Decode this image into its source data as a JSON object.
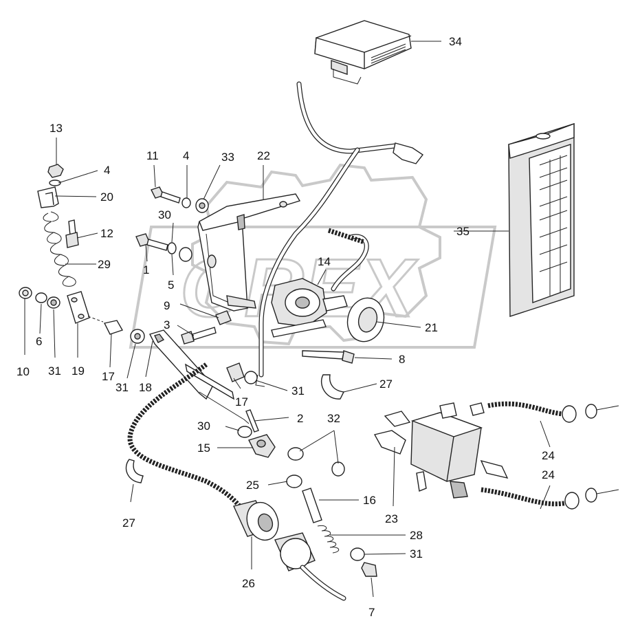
{
  "watermark": "OREX",
  "callouts": [
    {
      "id": "c34",
      "label": "34"
    },
    {
      "id": "c13",
      "label": "13"
    },
    {
      "id": "c4a",
      "label": "4"
    },
    {
      "id": "c20",
      "label": "20"
    },
    {
      "id": "c12",
      "label": "12"
    },
    {
      "id": "c29",
      "label": "29"
    },
    {
      "id": "c10",
      "label": "10"
    },
    {
      "id": "c6",
      "label": "6"
    },
    {
      "id": "c31a",
      "label": "31"
    },
    {
      "id": "c19",
      "label": "19"
    },
    {
      "id": "c17a",
      "label": "17"
    },
    {
      "id": "c31b",
      "label": "31"
    },
    {
      "id": "c18",
      "label": "18"
    },
    {
      "id": "c11",
      "label": "11"
    },
    {
      "id": "c4b",
      "label": "4"
    },
    {
      "id": "c33",
      "label": "33"
    },
    {
      "id": "c22",
      "label": "22"
    },
    {
      "id": "c30a",
      "label": "30"
    },
    {
      "id": "c1",
      "label": "1"
    },
    {
      "id": "c5",
      "label": "5"
    },
    {
      "id": "c9",
      "label": "9"
    },
    {
      "id": "c3",
      "label": "3"
    },
    {
      "id": "c14",
      "label": "14"
    },
    {
      "id": "c21",
      "label": "21"
    },
    {
      "id": "c35",
      "label": "35"
    },
    {
      "id": "c8",
      "label": "8"
    },
    {
      "id": "c27a",
      "label": "27"
    },
    {
      "id": "c31c",
      "label": "31"
    },
    {
      "id": "c17b",
      "label": "17"
    },
    {
      "id": "c2",
      "label": "2"
    },
    {
      "id": "c30b",
      "label": "30"
    },
    {
      "id": "c32",
      "label": "32"
    },
    {
      "id": "c15",
      "label": "15"
    },
    {
      "id": "c25",
      "label": "25"
    },
    {
      "id": "c16",
      "label": "16"
    },
    {
      "id": "c23",
      "label": "23"
    },
    {
      "id": "c24a",
      "label": "24"
    },
    {
      "id": "c24b",
      "label": "24"
    },
    {
      "id": "c28",
      "label": "28"
    },
    {
      "id": "c31d",
      "label": "31"
    },
    {
      "id": "c27b",
      "label": "27"
    },
    {
      "id": "c26",
      "label": "26"
    },
    {
      "id": "c7",
      "label": "7"
    }
  ],
  "colors": {
    "line": "#222222",
    "watermark": "#c9c9c9",
    "background": "#ffffff"
  }
}
